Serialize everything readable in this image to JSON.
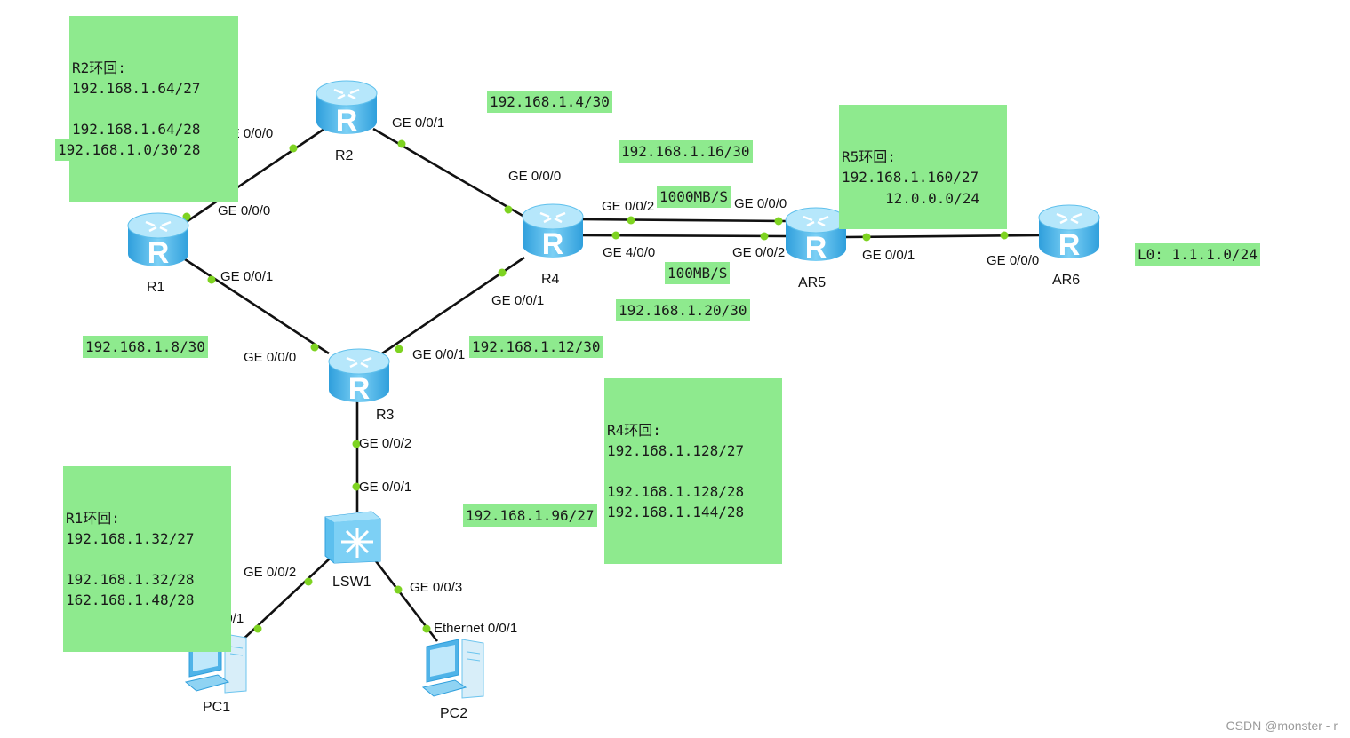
{
  "nodes": {
    "R1": "R1",
    "R2": "R2",
    "R3": "R3",
    "R4": "R4",
    "AR5": "AR5",
    "AR6": "AR6",
    "LSW1": "LSW1",
    "PC1": "PC1",
    "PC2": "PC2"
  },
  "ports": {
    "r2_r1": "GE 0/0/0",
    "r1_r2": "GE 0/0/0",
    "r2_r4": "GE 0/0/1",
    "r4_r2": "GE 0/0/0",
    "r1_r3": "GE 0/0/1",
    "r3_r1": "GE 0/0/0",
    "r4_r3": "GE 0/0/1",
    "r3_r4": "GE 0/0/1",
    "r4_ar5_top": "GE 0/0/2",
    "ar5_r4_top": "GE 0/0/0",
    "r4_ar5_bottom": "GE 4/0/0",
    "ar5_r4_bottom": "GE 0/0/2",
    "ar5_ar6": "GE 0/0/1",
    "ar6_ar5": "GE 0/0/0",
    "r3_lsw1": "GE 0/0/2",
    "lsw1_r3": "GE 0/0/1",
    "lsw1_pc1": "GE 0/0/2",
    "lsw1_pc2": "GE 0/0/3",
    "pc1_lsw1": "Ethernet 0/0/1",
    "pc2_lsw1": "Ethernet 0/0/1"
  },
  "notes": {
    "r2_loopback": [
      "R2环回:",
      "192.168.1.64/27",
      "",
      "192.168.1.64/28",
      "192.168.1.80/28"
    ],
    "r1_r2_net": [
      "192.168.1.0/30"
    ],
    "r2_r4_net": [
      "192.168.1.4/30"
    ],
    "r4_ar5_net_top": [
      "192.168.1.16/30"
    ],
    "bw_top": [
      "1000MB/S"
    ],
    "r5_loopback": [
      "R5环回:",
      "192.168.1.160/27"
    ],
    "ar5_ar6_net": [
      "12.0.0.0/24"
    ],
    "ar6_lo": [
      "L0: 1.1.1.0/24"
    ],
    "bw_bottom": [
      "100MB/S"
    ],
    "r4_ar5_net_bottom": [
      "192.168.1.20/30"
    ],
    "r1_r3_net": [
      "192.168.1.8/30"
    ],
    "r3_r4_net": [
      "192.168.1.12/30"
    ],
    "r4_loopback": [
      "R4环回:",
      "192.168.1.128/27",
      "",
      "192.168.1.128/28",
      "192.168.1.144/28"
    ],
    "r1_loopback": [
      "R1环回:",
      "192.168.1.32/27",
      "",
      "192.168.1.32/28",
      "162.168.1.48/28"
    ],
    "lan_net": [
      "192.168.1.96/27"
    ]
  },
  "colors": {
    "note_bg": "#8eea8e",
    "port_dot": "#7ed321",
    "router_body": "#4fb3e8",
    "link": "#111111"
  },
  "watermark": "CSDN @monster - r"
}
